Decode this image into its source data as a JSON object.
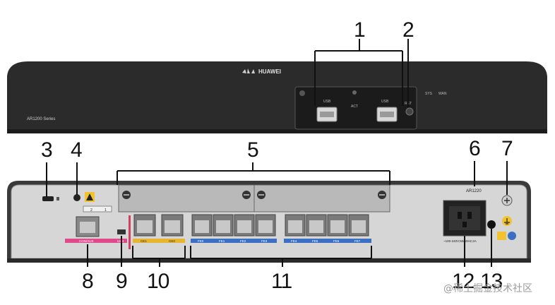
{
  "front_panel": {
    "brand": "HUAWEI",
    "model_series": "AR1200 Series",
    "usb_label_left": "USB",
    "usb_label_right": "USB",
    "act_label": "ACT",
    "rst_label": "RST",
    "sys_label": "SYS",
    "wan_label": "WAN"
  },
  "rear_panel": {
    "model": "AR1220",
    "console_label": "CON/AUX",
    "mini_usb_label": "USB",
    "ge_ports": [
      "GE1",
      "GE0"
    ],
    "fe_ports": [
      "FE0",
      "FE1",
      "FE2",
      "FE3",
      "FE4",
      "FE5",
      "FE6",
      "FE7"
    ],
    "slot_numbers": [
      "2",
      "1"
    ],
    "power_label": "~100-240V;50/60Hz;2A"
  },
  "callouts": [
    "1",
    "2",
    "3",
    "4",
    "5",
    "6",
    "7",
    "8",
    "9",
    "10",
    "11",
    "12",
    "13"
  ],
  "watermark": "@稀土掘金技术社区",
  "colors": {
    "chassis": "#2b2b2b",
    "rear_chassis": "#3a3a3a",
    "card": "#b9b9b9",
    "console_strip": "#e04a8a",
    "ge_strip": "#e8b530",
    "fe_strip": "#3a6fc4"
  }
}
